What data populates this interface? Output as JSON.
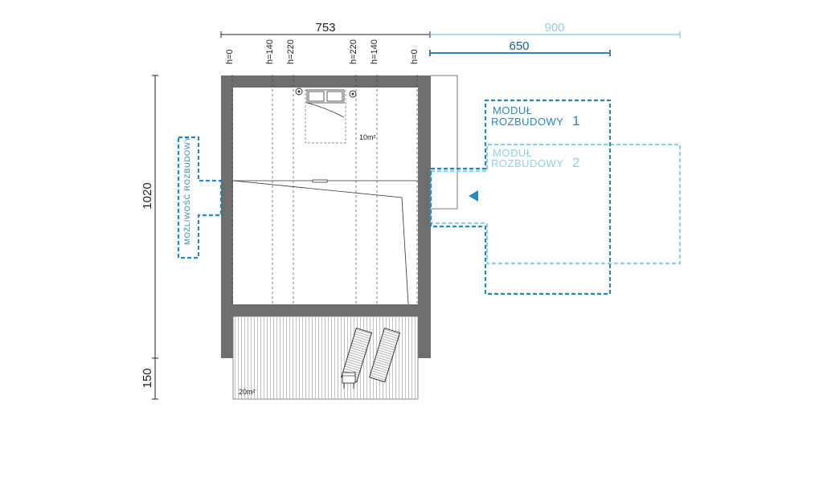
{
  "dimensions": {
    "top_width": "753",
    "module2_width": "900",
    "module1_width": "650",
    "height_main": "1020",
    "height_terrace": "150"
  },
  "height_marks": [
    "h=0",
    "h=140",
    "h=220",
    "h=220",
    "h=140",
    "h=0"
  ],
  "areas": {
    "room": "10m²",
    "terrace": "20m²"
  },
  "modules": {
    "module1": {
      "label_line1": "MODUŁ",
      "label_line2": "ROZBUDOWY",
      "number": "1"
    },
    "module2": {
      "label_line1": "MODUŁ",
      "label_line2": "ROZBUDOWY",
      "number": "2"
    }
  },
  "side_note": "MOŻLIWOŚĆ ROZBUDOWY",
  "colors": {
    "wall": "#6e6e6e",
    "module1": "#2a86b8",
    "module2": "#8fd0e2",
    "lines": "#222222"
  }
}
